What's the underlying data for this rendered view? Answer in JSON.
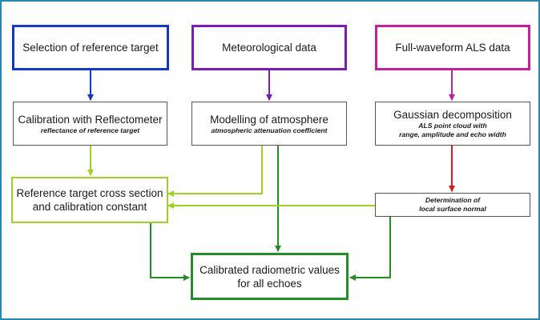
{
  "boxes": {
    "reference_target": {
      "title": "Selection of reference target"
    },
    "meteorological": {
      "title": "Meteorological data"
    },
    "full_waveform": {
      "title": "Full-waveform ALS data"
    },
    "reflectometer": {
      "title": "Calibration with Reflectometer",
      "subtitle": "reflectance of reference target"
    },
    "atmosphere": {
      "title": "Modelling of atmosphere",
      "subtitle": "atmospheric attenuation coefficient"
    },
    "gaussian": {
      "title": "Gaussian decomposition",
      "subtitle_line1": "ALS point cloud with",
      "subtitle_line2": "range, amplitude and echo width"
    },
    "cross_section": {
      "title_line1": "Reference target cross section",
      "title_line2": "and calibration constant"
    },
    "surface_normal": {
      "subtitle_line1": "Determination of",
      "subtitle_line2": "local surface normal"
    },
    "calibrated": {
      "title_line1": "Calibrated radiometric values",
      "title_line2": "for all echoes"
    }
  },
  "colors": {
    "frame": "#2f86a8",
    "blue": "#1538c4",
    "purple": "#7a1bb3",
    "magenta": "#c21f9c",
    "lime": "#9fd02a",
    "green": "#258c2a",
    "red": "#e0141b",
    "thin_border": "#555555"
  }
}
